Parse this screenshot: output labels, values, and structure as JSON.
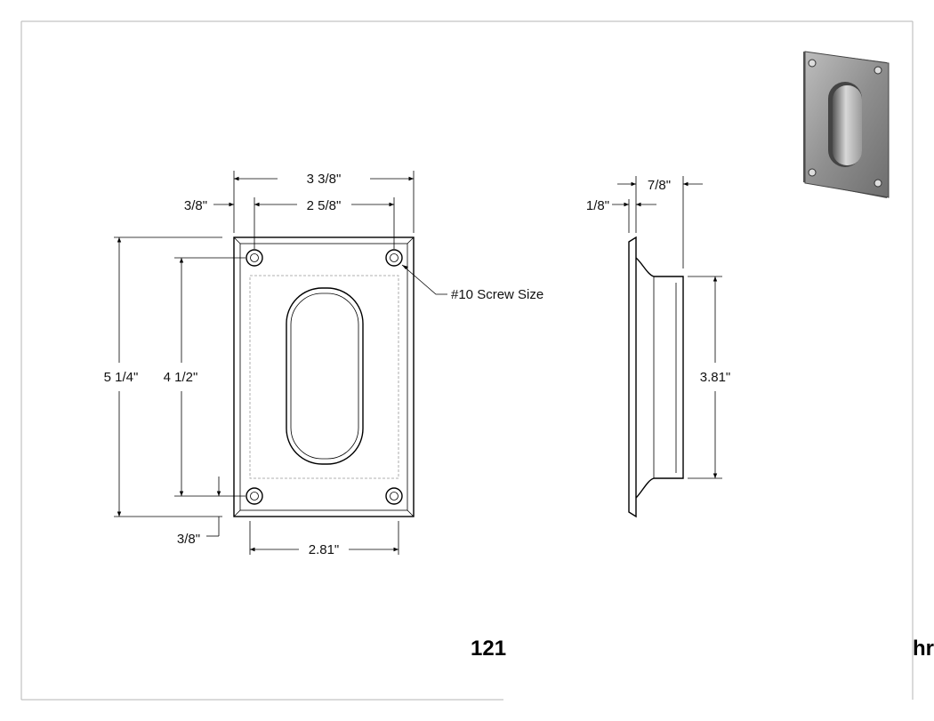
{
  "drawing": {
    "front_view": {
      "overall_width": "3 3/8\"",
      "hole_spacing_width": "2 5/8\"",
      "edge_to_hole_top": "3/8\"",
      "overall_height": "5 1/4\"",
      "hole_spacing_height": "4 1/2\"",
      "edge_to_hole_bottom": "3/8\"",
      "cup_width": "2.81\"",
      "screw_note": "#10 Screw Size"
    },
    "side_view": {
      "depth": "7/8\"",
      "flange_thickness": "1/8\"",
      "cup_height": "3.81\""
    },
    "title_block": {
      "part_number_fragment": "121",
      "text_fragment_right": "hr"
    }
  },
  "colors": {
    "line": "#000000",
    "hidden_line": "#999999",
    "border": "#b5b5b5",
    "plate_shade": "#8a8a8a"
  }
}
